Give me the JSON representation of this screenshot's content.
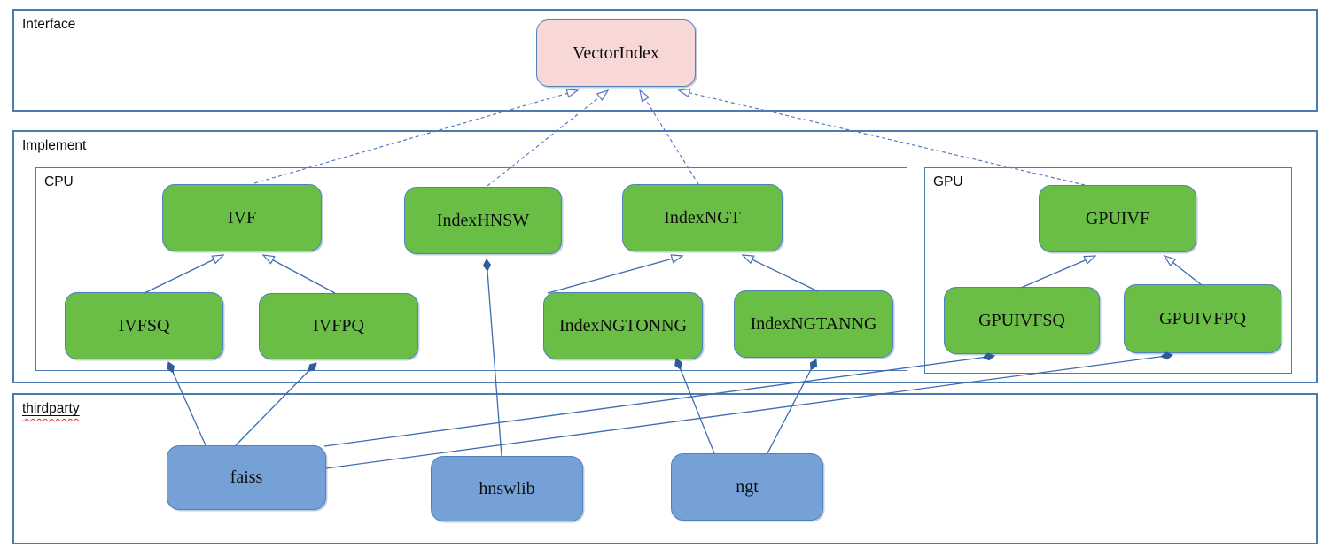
{
  "diagram": {
    "sections": {
      "interface": {
        "label": "Interface"
      },
      "implement": {
        "label": "Implement"
      },
      "cpu": {
        "label": "CPU"
      },
      "gpu": {
        "label": "GPU"
      },
      "thirdparty": {
        "label": "thirdparty"
      }
    },
    "nodes": {
      "vectorindex": {
        "label": "VectorIndex",
        "type": "interface"
      },
      "ivf": {
        "label": "IVF",
        "type": "class"
      },
      "indexhnsw": {
        "label": "IndexHNSW",
        "type": "class"
      },
      "indexngt": {
        "label": "IndexNGT",
        "type": "class"
      },
      "gpuivf": {
        "label": "GPUIVF",
        "type": "class"
      },
      "ivfsq": {
        "label": "IVFSQ",
        "type": "class"
      },
      "ivfpq": {
        "label": "IVFPQ",
        "type": "class"
      },
      "indexngtonng": {
        "label": "IndexNGTONNG",
        "type": "class"
      },
      "indexngtanng": {
        "label": "IndexNGTANNG",
        "type": "class"
      },
      "gpuivfsq": {
        "label": "GPUIVFSQ",
        "type": "class"
      },
      "gpuivfpq": {
        "label": "GPUIVFPQ",
        "type": "class"
      },
      "faiss": {
        "label": "faiss",
        "type": "library"
      },
      "hnswlib": {
        "label": "hnswlib",
        "type": "library"
      },
      "ngt": {
        "label": "ngt",
        "type": "library"
      }
    },
    "edges": [
      {
        "from": "IVF",
        "to": "VectorIndex",
        "type": "realization-dashed-hollow-arrow"
      },
      {
        "from": "IndexHNSW",
        "to": "VectorIndex",
        "type": "realization-dashed-hollow-arrow"
      },
      {
        "from": "IndexNGT",
        "to": "VectorIndex",
        "type": "realization-dashed-hollow-arrow"
      },
      {
        "from": "GPUIVF",
        "to": "VectorIndex",
        "type": "realization-dashed-hollow-arrow"
      },
      {
        "from": "IVFSQ",
        "to": "IVF",
        "type": "generalization-hollow-arrow"
      },
      {
        "from": "IVFPQ",
        "to": "IVF",
        "type": "generalization-hollow-arrow"
      },
      {
        "from": "IndexNGTONNG",
        "to": "IndexNGT",
        "type": "generalization-hollow-arrow"
      },
      {
        "from": "IndexNGTANNG",
        "to": "IndexNGT",
        "type": "generalization-hollow-arrow"
      },
      {
        "from": "GPUIVFSQ",
        "to": "GPUIVF",
        "type": "generalization-hollow-arrow"
      },
      {
        "from": "GPUIVFPQ",
        "to": "GPUIVF",
        "type": "generalization-hollow-arrow"
      },
      {
        "from": "faiss",
        "to": "IVFSQ",
        "type": "composition-diamond"
      },
      {
        "from": "faiss",
        "to": "IVFPQ",
        "type": "composition-diamond"
      },
      {
        "from": "faiss",
        "to": "GPUIVFSQ",
        "type": "composition-diamond"
      },
      {
        "from": "faiss",
        "to": "GPUIVFPQ",
        "type": "composition-diamond"
      },
      {
        "from": "hnswlib",
        "to": "IndexHNSW",
        "type": "composition-diamond"
      },
      {
        "from": "ngt",
        "to": "IndexNGTONNG",
        "type": "composition-diamond"
      },
      {
        "from": "ngt",
        "to": "IndexNGTANNG",
        "type": "composition-diamond"
      }
    ],
    "colors": {
      "interface_fill": "#f8d8d6",
      "class_fill": "#6abd45",
      "library_fill": "#75a1d6",
      "node_border": "#4f81bd",
      "container_border": "#4e7ab0",
      "solid_line": "#3f6cb0",
      "dashed_line": "#5a78c4",
      "diamond_fill": "#2e5d9e",
      "spellcheck_wavy": "#cf3126",
      "text": "#0d0d0d"
    }
  }
}
